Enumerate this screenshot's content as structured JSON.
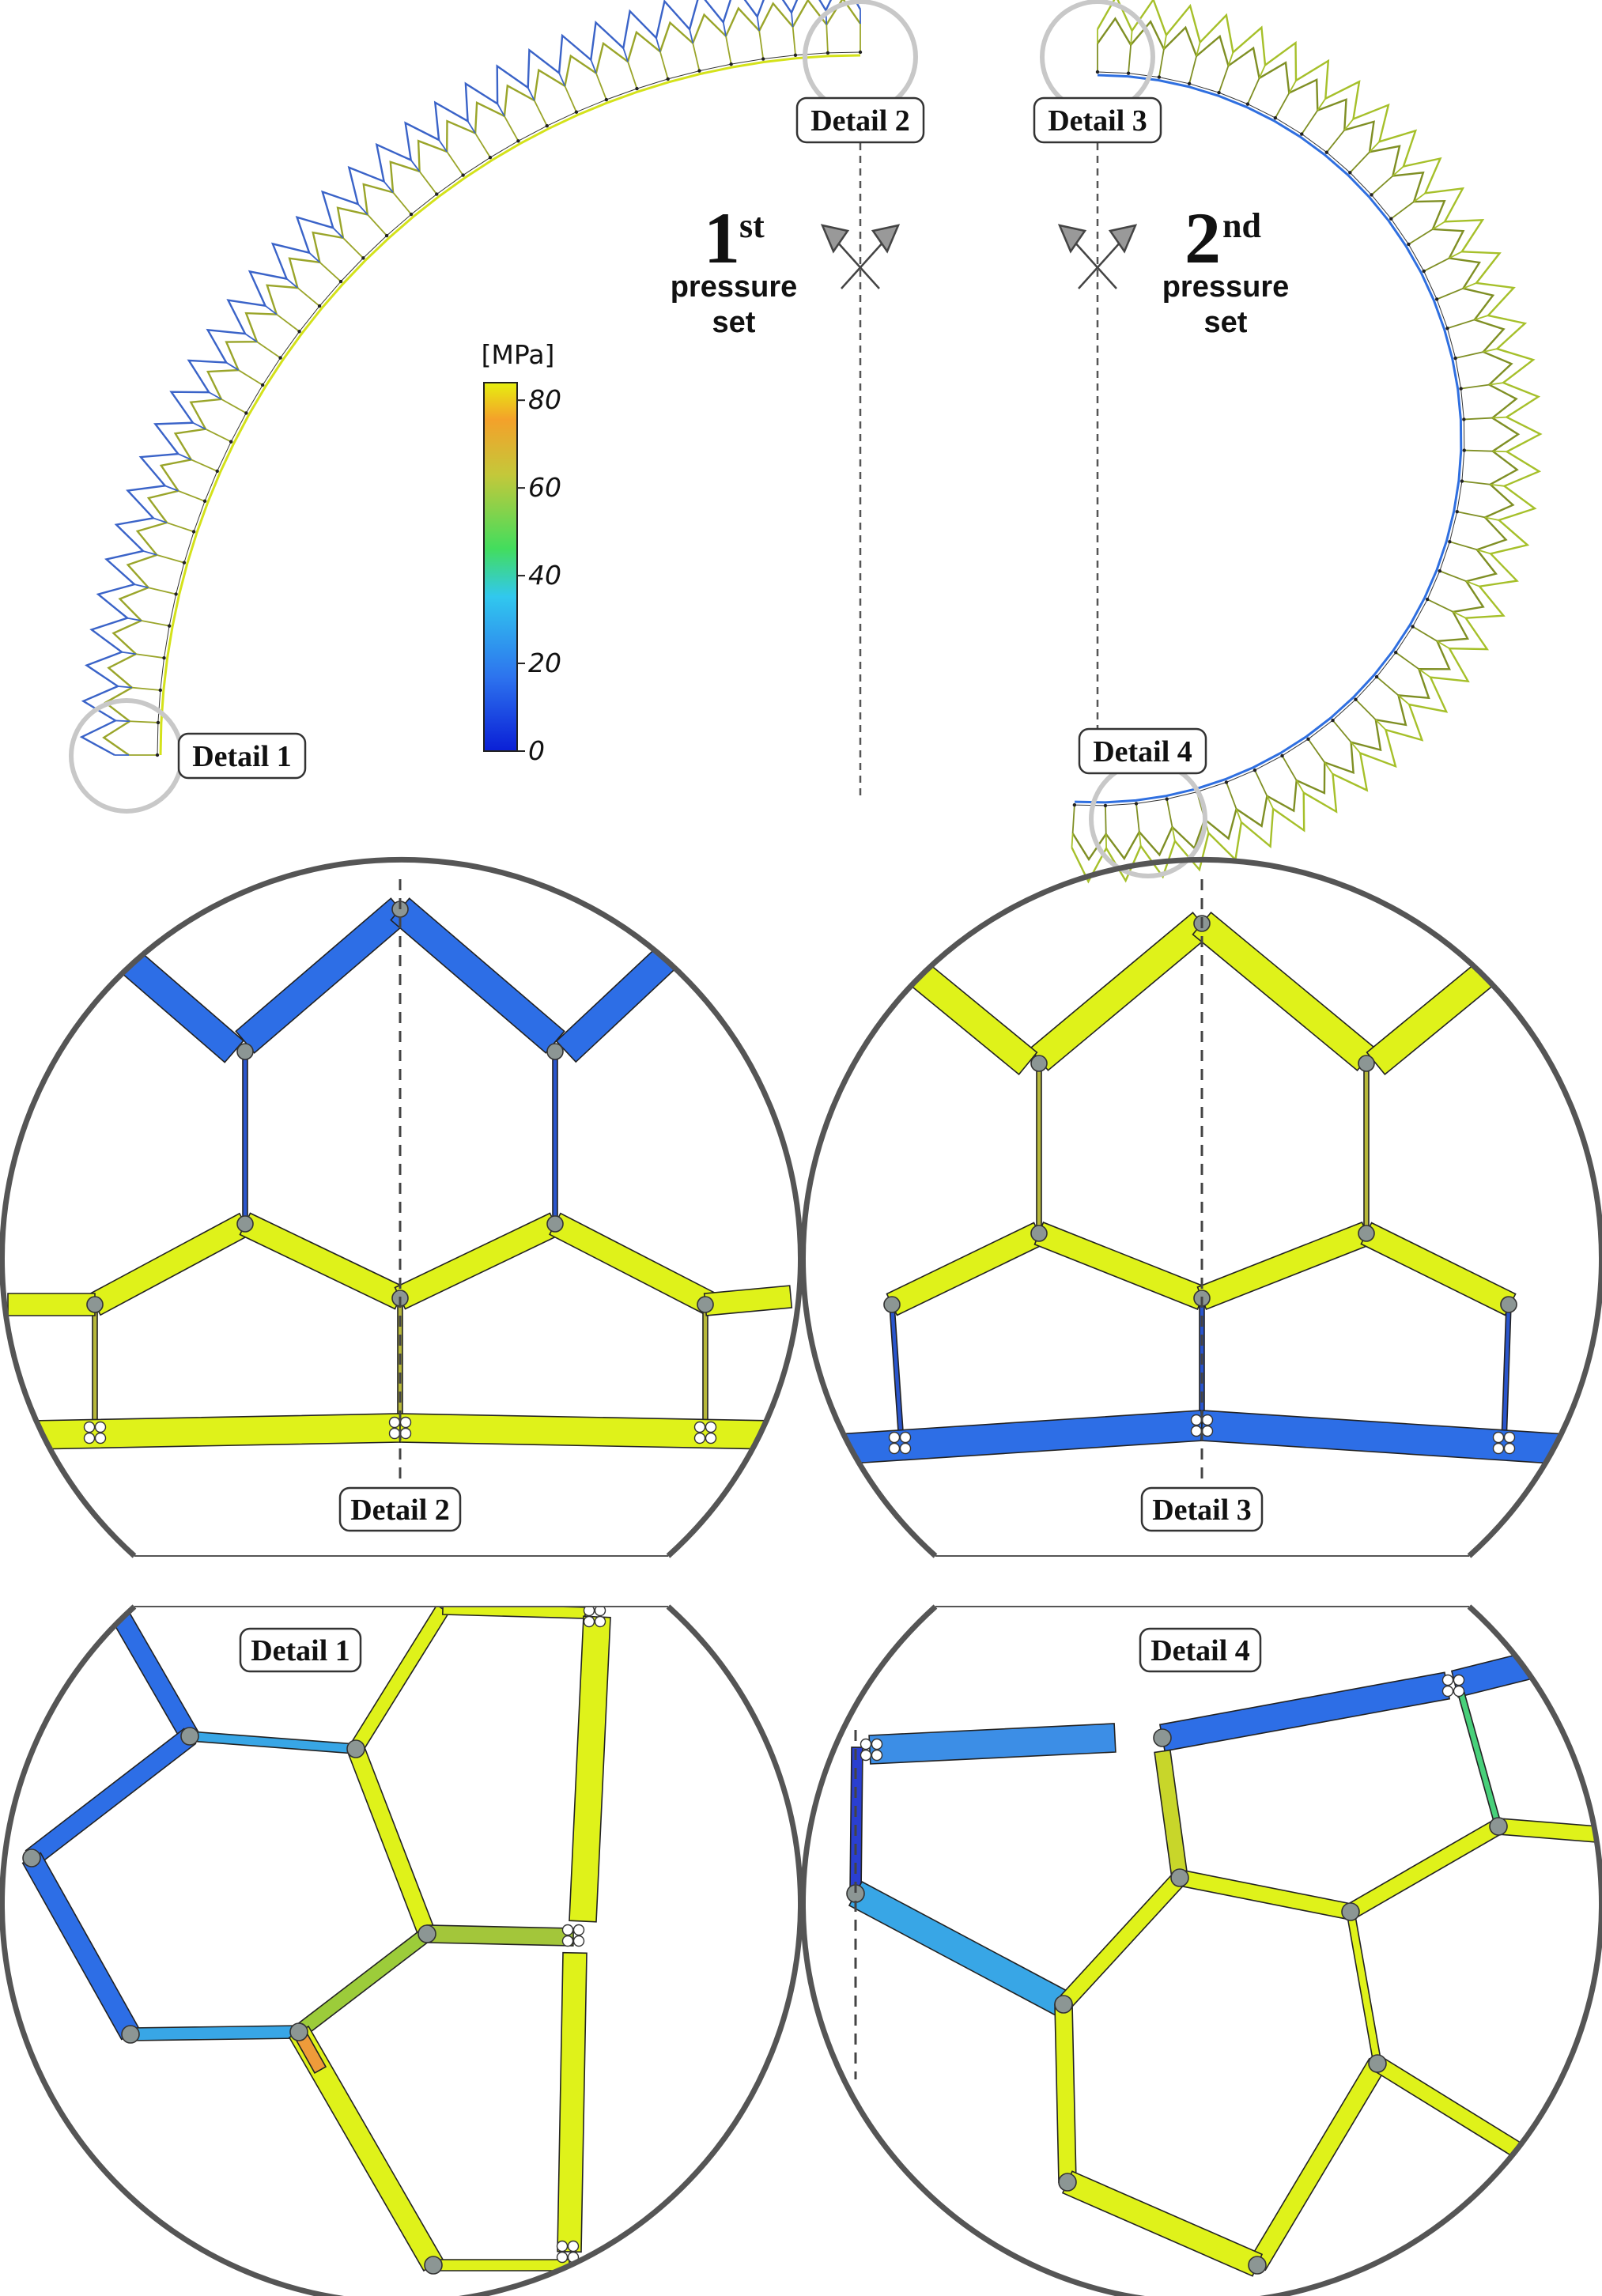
{
  "figure": {
    "set1": {
      "number": "1",
      "suffix": "st",
      "line1": "pressure",
      "line2": "set"
    },
    "set2": {
      "number": "2",
      "suffix": "nd",
      "line1": "pressure",
      "line2": "set"
    },
    "detail_labels": {
      "d1": "Detail 1",
      "d2": "Detail 2",
      "d3": "Detail 3",
      "d4": "Detail 4"
    }
  },
  "colorbar": {
    "unit": "[MPa]",
    "ticks": [
      "0",
      "20",
      "40",
      "60",
      "80"
    ],
    "stops": [
      "#0a1fd6",
      "#2d73ee",
      "#31c8ee",
      "#43dd5d",
      "#c4c83a",
      "#f4a12a",
      "#e6ef10"
    ]
  },
  "colors": {
    "high": "#dff21a",
    "low": "#2d6ee6",
    "mid_cyan": "#38a6e6",
    "mid_green": "#9ccc3a",
    "orange": "#ee9b3a",
    "node": "#8c9694",
    "frame": "#555555"
  }
}
